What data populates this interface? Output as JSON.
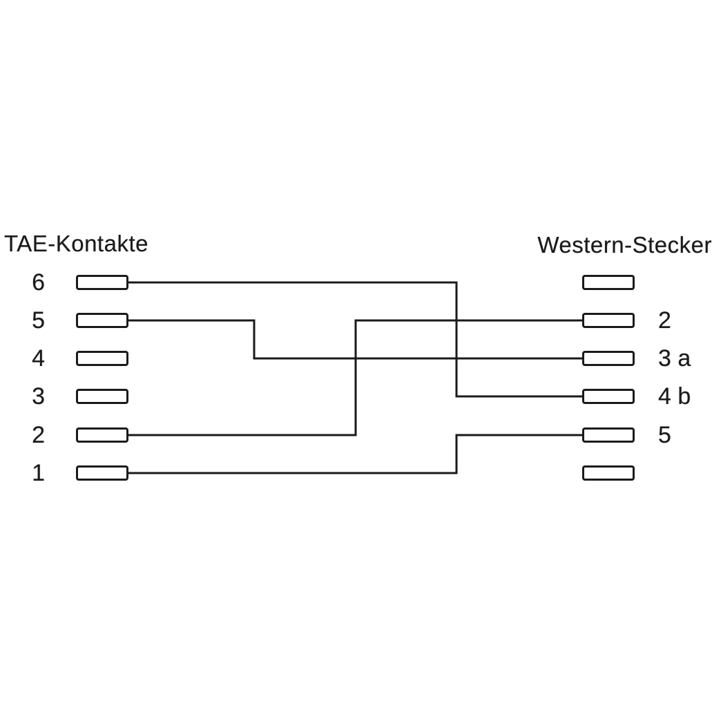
{
  "titles": {
    "left": "TAE-Kontakte",
    "right": "Western-Stecker"
  },
  "tae": {
    "pins": [
      {
        "number": "6"
      },
      {
        "number": "5"
      },
      {
        "number": "4"
      },
      {
        "number": "3"
      },
      {
        "number": "2"
      },
      {
        "number": "1"
      }
    ]
  },
  "western": {
    "pins": [
      {
        "number": ""
      },
      {
        "number": "2"
      },
      {
        "number": "3 a"
      },
      {
        "number": "4 b"
      },
      {
        "number": "5"
      },
      {
        "number": ""
      }
    ]
  },
  "connections": [
    {
      "from_tae": "6",
      "to_western": "4 b"
    },
    {
      "from_tae": "5",
      "to_western": "3 a"
    },
    {
      "from_tae": "2",
      "to_western": "2"
    },
    {
      "from_tae": "1",
      "to_western": "5"
    }
  ],
  "colors": {
    "background": "#ffffff",
    "line": "#1a1a1a"
  }
}
